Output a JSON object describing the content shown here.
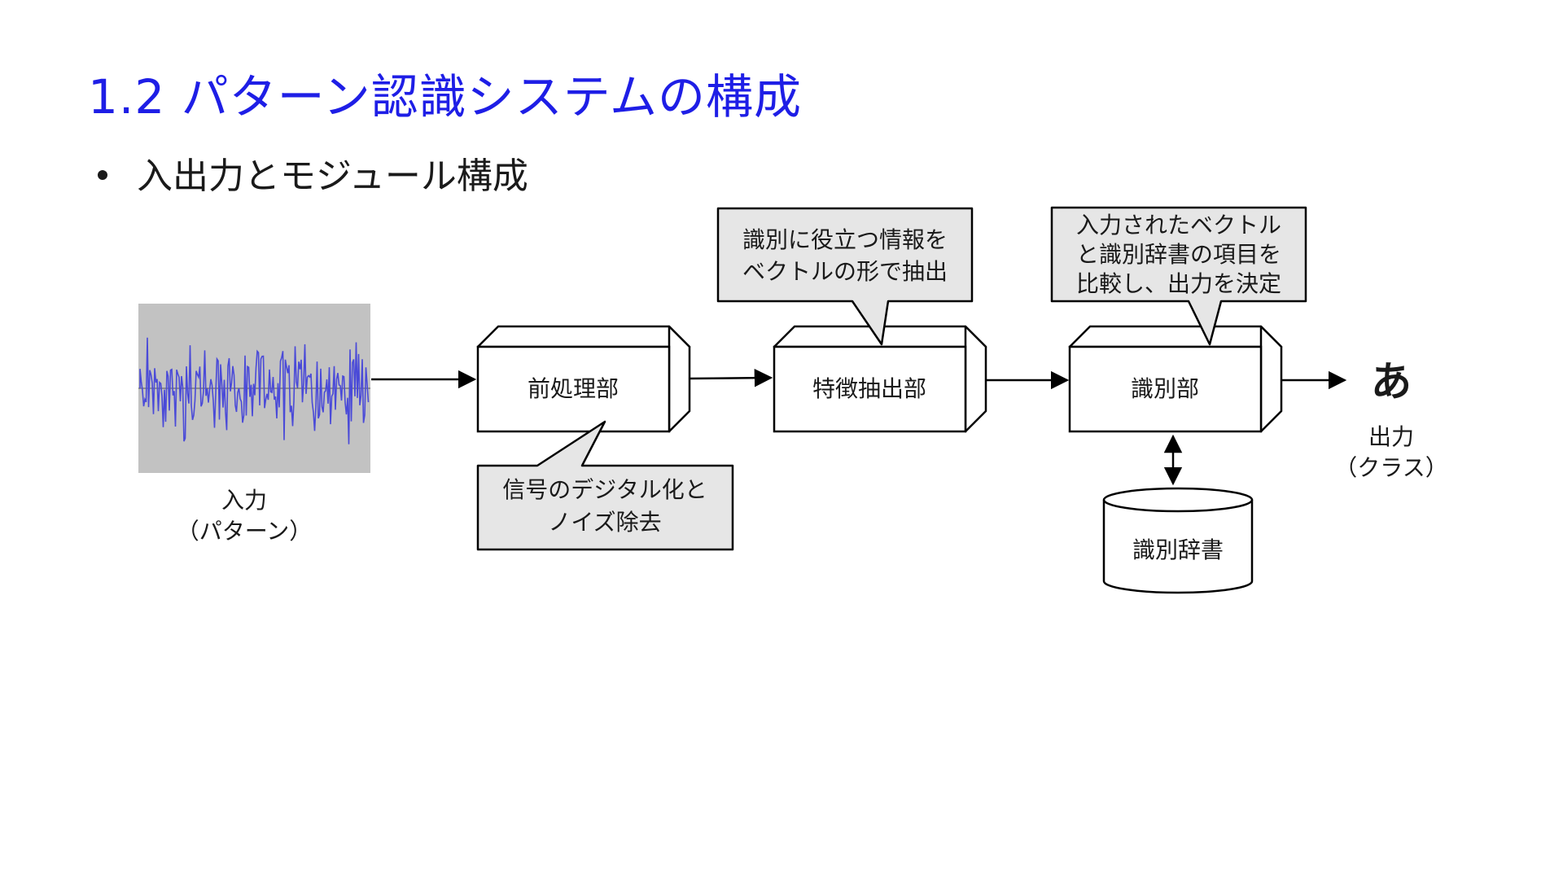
{
  "title": "1.2 パターン認識システムの構成",
  "bullet": "入出力とモジュール構成",
  "diagram": {
    "input_label_1": "入力",
    "input_label_2": "（パターン）",
    "blocks": {
      "preprocess": "前処理部",
      "feature": "特徴抽出部",
      "classifier": "識別部"
    },
    "callouts": {
      "preprocess_1": "信号のデジタル化と",
      "preprocess_2": "ノイズ除去",
      "feature_1": "識別に役立つ情報を",
      "feature_2": "ベクトルの形で抽出",
      "classifier_1": "入力されたベクトル",
      "classifier_2": "と識別辞書の項目を",
      "classifier_3": "比較し、出力を決定"
    },
    "dictionary": "識別辞書",
    "output_symbol": "あ",
    "output_label_1": "出力",
    "output_label_2": "（クラス）",
    "colors": {
      "title": "#1e1ee6",
      "waveform": "#4a4ad8",
      "waveform_bg": "#c2c2c2",
      "callout_fill": "#e6e6e6"
    }
  }
}
